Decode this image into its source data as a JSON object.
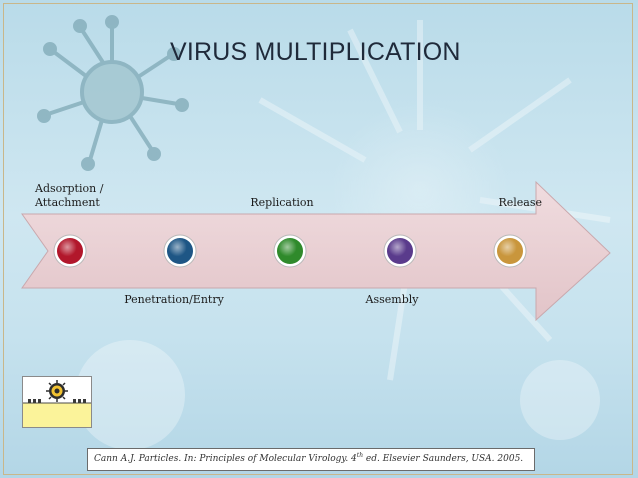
{
  "title": "VIRUS MULTIPLICATION",
  "steps": [
    {
      "label": "Adsorption / Attachment",
      "color": "#b2172b"
    },
    {
      "label": "Penetration/Entry",
      "color": "#1e5685"
    },
    {
      "label": "Replication",
      "color": "#2f8a2b"
    },
    {
      "label": "Assembly",
      "color": "#5a3b8c"
    },
    {
      "label": "Release",
      "color": "#c9963c"
    }
  ],
  "arrow_color": "#e6cdd0",
  "citation": {
    "before_sup": "Cann A.J. Particles. In: Principles of Molecular Virology. 4",
    "sup": "th",
    "after_sup": " ed. Elsevier Saunders, USA. 2005."
  }
}
